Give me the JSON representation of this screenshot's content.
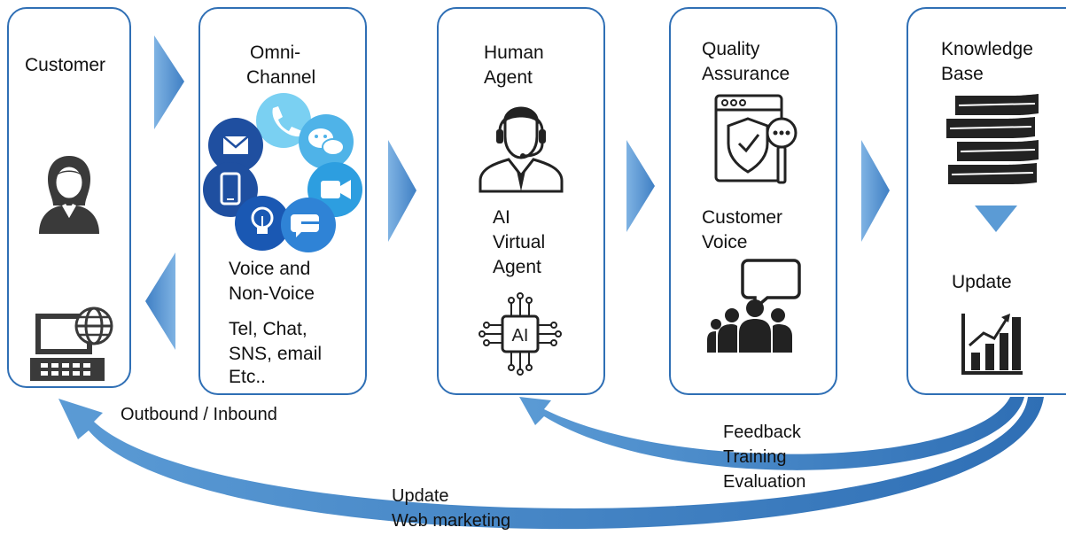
{
  "stages": {
    "customer": {
      "label": "Customer"
    },
    "omni_channel": {
      "title_line1": "Omni-",
      "title_line2": "Channel",
      "sub_line1": "Voice and",
      "sub_line2": "Non-Voice",
      "detail_line1": "Tel, Chat,",
      "detail_line2": "SNS, email",
      "detail_line3": "Etc.."
    },
    "agent": {
      "human_line1": "Human",
      "human_line2": "Agent",
      "ai_line1": "AI",
      "ai_line2": "Virtual",
      "ai_line3": "Agent",
      "chip_text": "AI"
    },
    "quality": {
      "qa_line1": "Quality",
      "qa_line2": "Assurance",
      "voice_line1": "Customer",
      "voice_line2": "Voice"
    },
    "knowledge": {
      "title_line1": "Knowledge",
      "title_line2": "Base",
      "update_label": "Update"
    }
  },
  "flows": {
    "outbound_inbound": "Outbound / Inbound",
    "feedback_line1": "Feedback",
    "feedback_line2": "Training",
    "feedback_line3": "Evaluation",
    "update_line1": "Update",
    "update_line2": "Web marketing"
  },
  "icons": [
    "customer-woman-icon",
    "laptop-globe-icon",
    "phone-icon",
    "chat-bubble-icon",
    "email-icon",
    "video-icon",
    "mobile-icon",
    "lightbulb-icon",
    "speech-bubbles-icon",
    "headset-agent-icon",
    "ai-chip-icon",
    "shield-check-browser-icon",
    "group-speech-icon",
    "books-stack-icon",
    "growth-chart-icon"
  ],
  "colors": {
    "panel_border": "#2f6fb5",
    "arrow_blue": "#5b9bd5",
    "arrow_dark": "#3a78bd",
    "omni_light": "#4fb3e8",
    "omni_dark": "#1f4fa0"
  }
}
